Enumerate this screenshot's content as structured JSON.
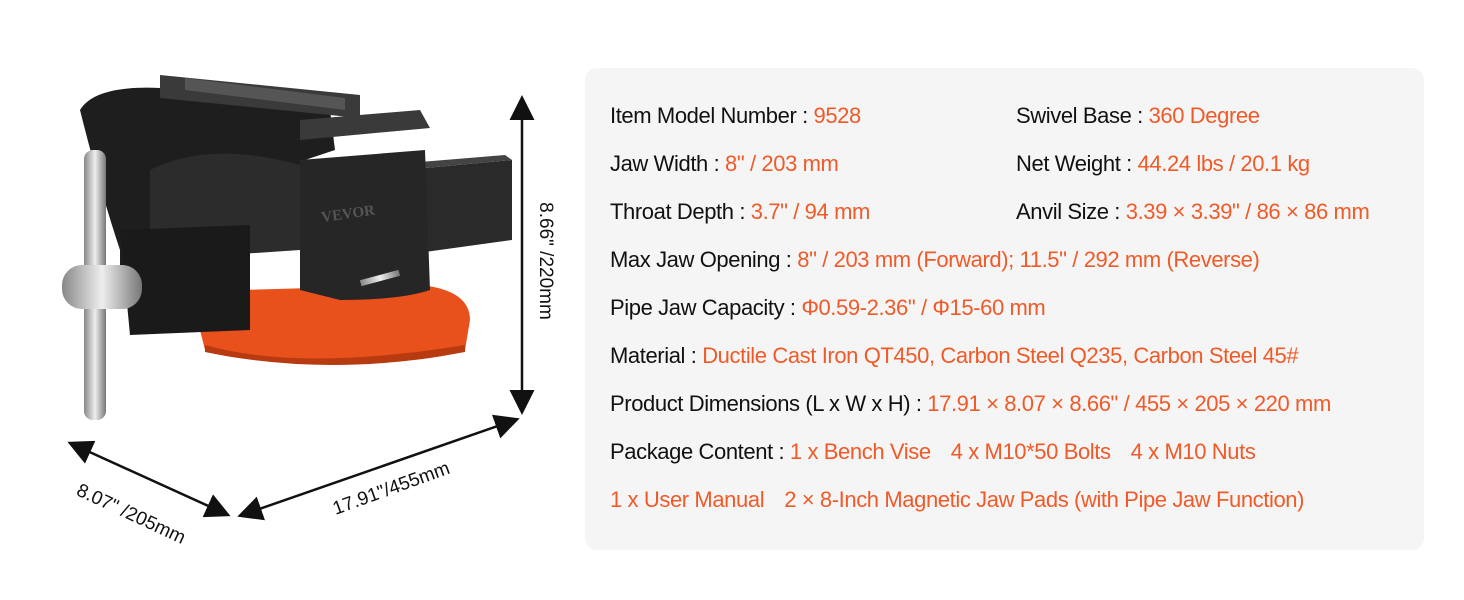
{
  "product": {
    "brand_mark": "VEVOR",
    "dimensions_labels": {
      "height": "8.66\" /220mm",
      "width": "8.07\" /205mm",
      "length": "17.91\"/455mm"
    }
  },
  "specs": {
    "model": {
      "label": "Item Model Number : ",
      "value": "9528"
    },
    "swivel": {
      "label": "Swivel Base : ",
      "value": "360 Degree"
    },
    "jaw_width": {
      "label": "Jaw Width : ",
      "value": "8\" / 203 mm"
    },
    "net_weight": {
      "label": "Net Weight : ",
      "value": "44.24 lbs / 20.1 kg"
    },
    "throat_depth": {
      "label": "Throat Depth : ",
      "value": "3.7\" / 94 mm"
    },
    "anvil_size": {
      "label": "Anvil Size : ",
      "value": "3.39 × 3.39\" / 86 × 86 mm"
    },
    "max_jaw_opening": {
      "label": "Max Jaw Opening : ",
      "value": "8\" / 203 mm (Forward); 11.5\" / 292 mm (Reverse)"
    },
    "pipe_jaw": {
      "label": "Pipe Jaw Capacity : ",
      "value": "Φ0.59-2.36\" / Φ15-60 mm"
    },
    "material": {
      "label": "Material : ",
      "value": "Ductile Cast Iron QT450, Carbon Steel Q235, Carbon Steel 45#"
    },
    "product_dims": {
      "label": "Product Dimensions (L x W x H) : ",
      "value": "17.91 × 8.07 × 8.66\" / 455 × 205 × 220 mm"
    },
    "package": {
      "label": "Package Content : ",
      "items": [
        "1 x Bench Vise",
        "4 x M10*50 Bolts",
        "4 x M10 Nuts",
        "1 x User Manual",
        "2 × 8-Inch Magnetic Jaw Pads (with Pipe Jaw Function)"
      ]
    }
  },
  "colors": {
    "accent": "#f05a28",
    "text": "#111111",
    "card": "#f5f5f5"
  }
}
